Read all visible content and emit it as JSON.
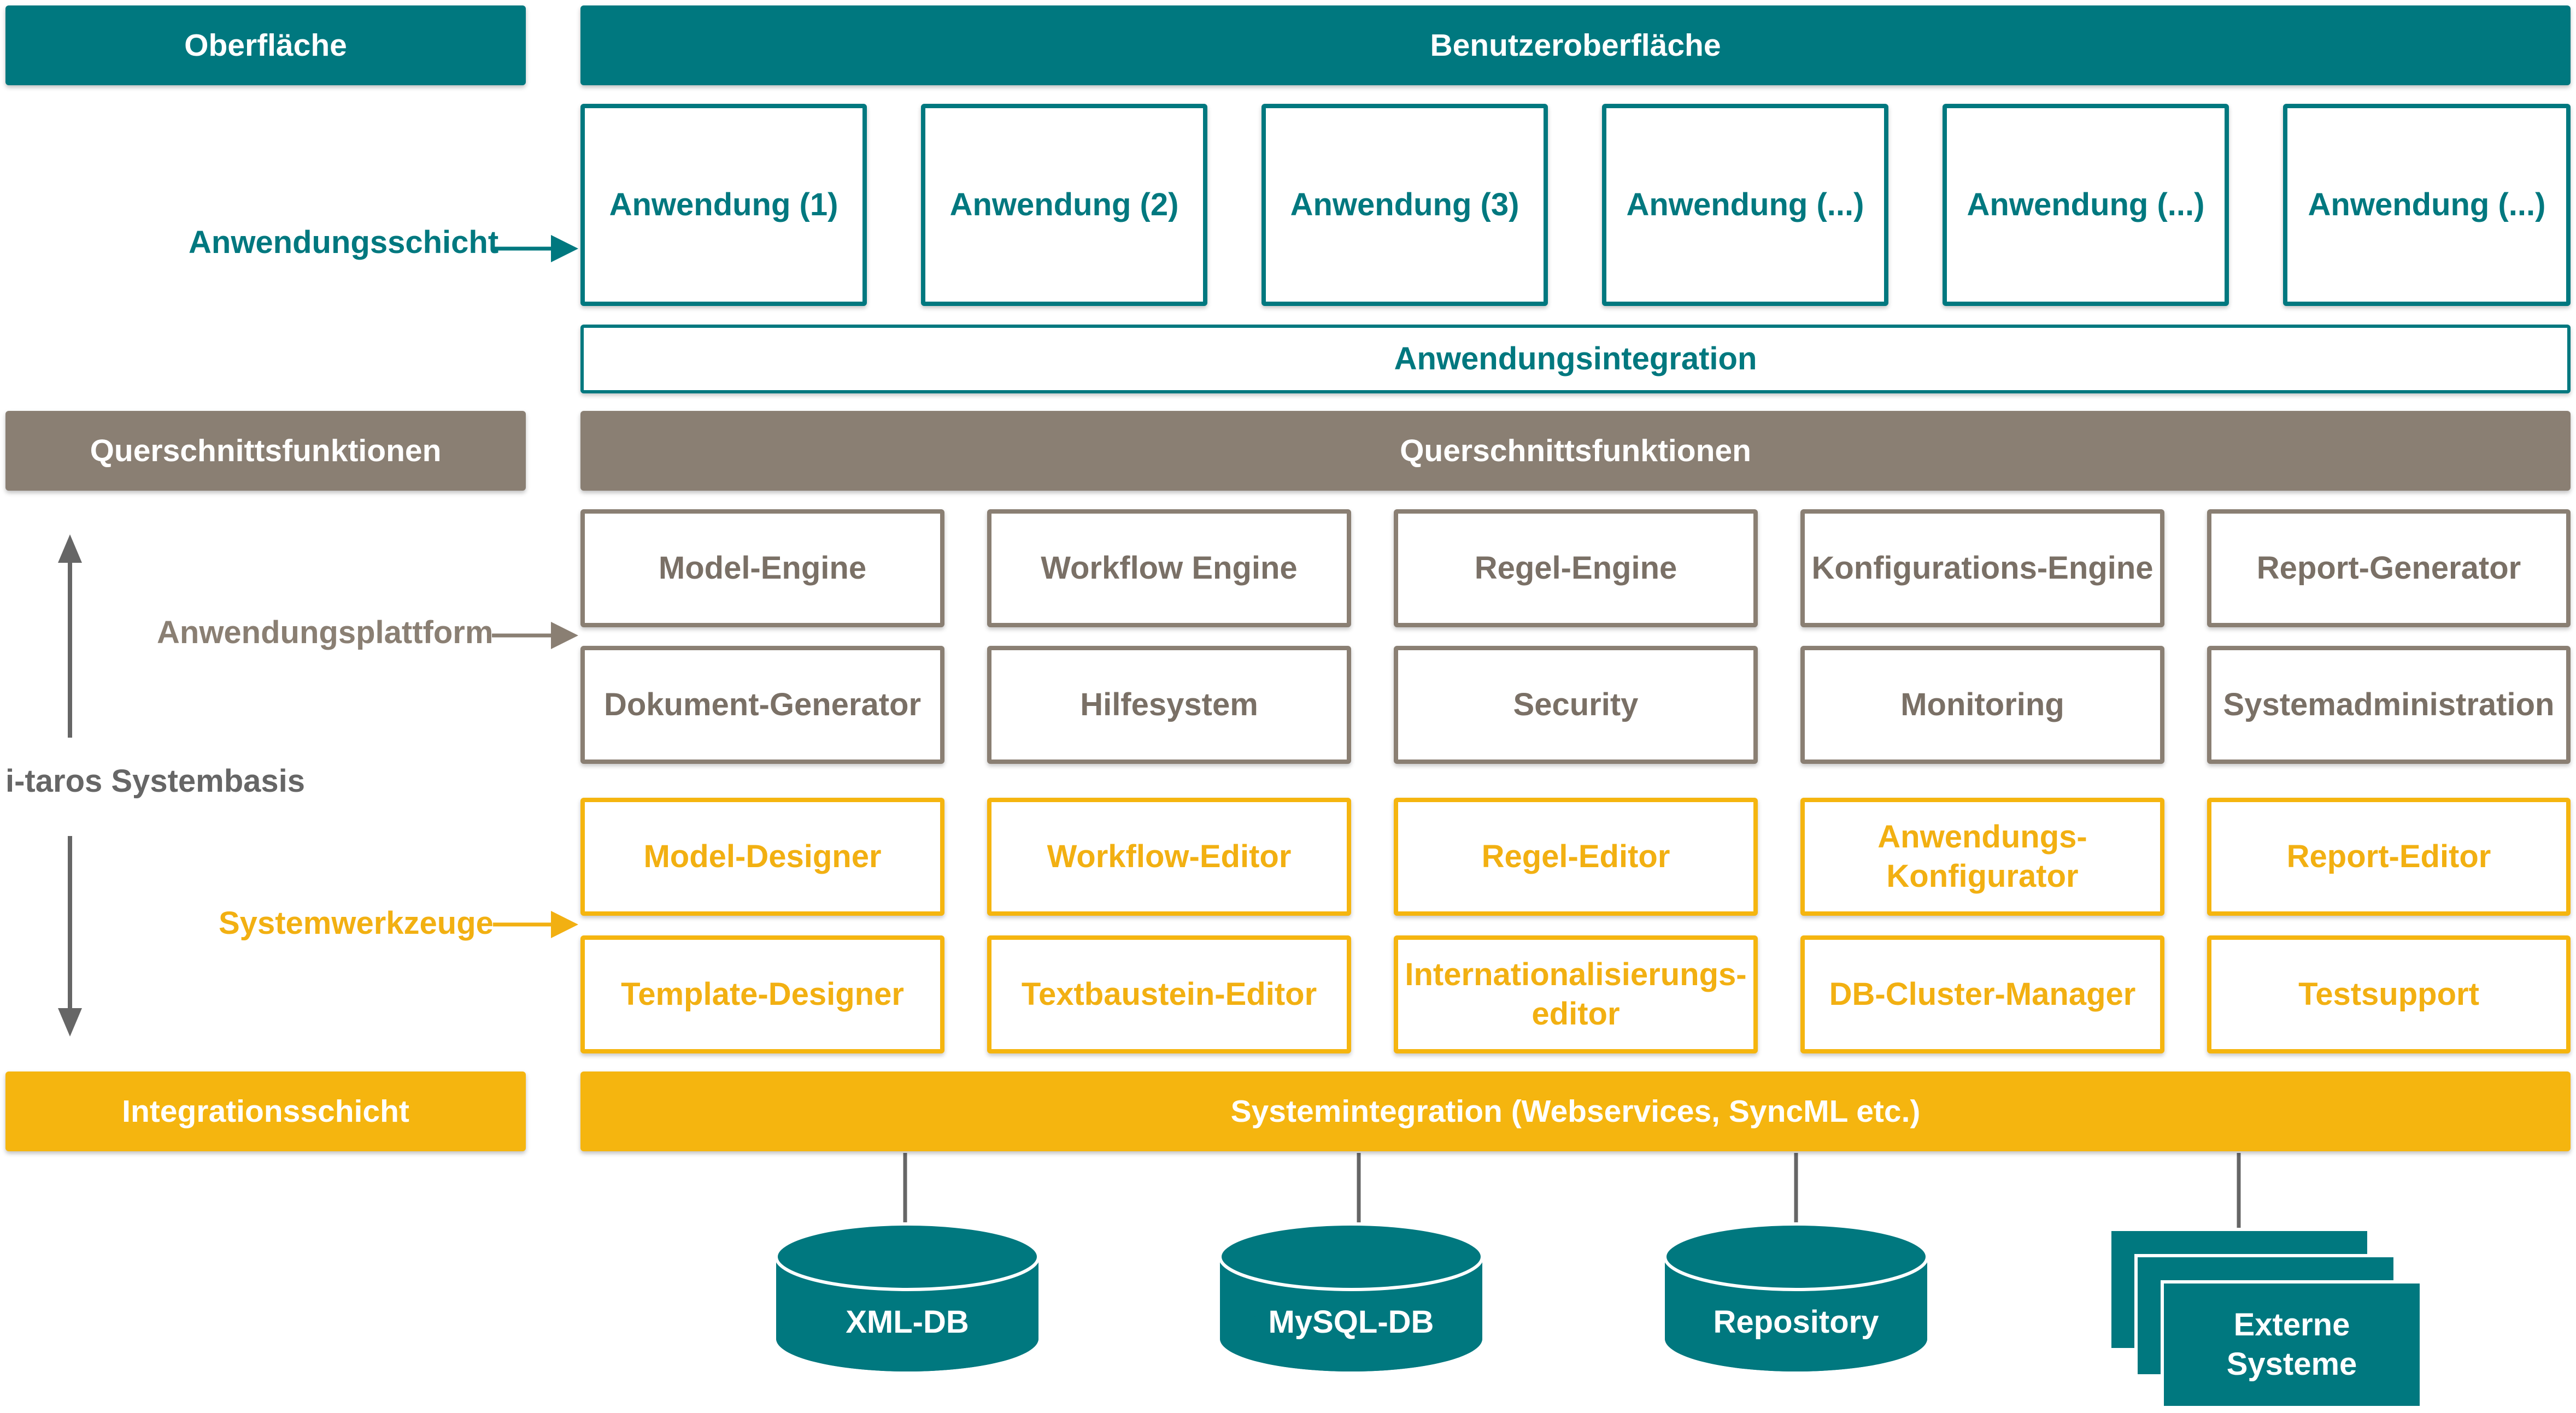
{
  "colors": {
    "teal": "#00787f",
    "taupe": "#8a7f73",
    "amber": "#f5b50f",
    "arrow_gray": "#666666"
  },
  "left_column": {
    "oberflaeche": "Oberfläche",
    "anwendungsschicht": "Anwendungsschicht",
    "querschnittsfunktionen": "Querschnittsfunktionen",
    "anwendungsplattform": "Anwendungsplattform",
    "systembasis": "i-taros Systembasis",
    "systemwerkzeuge": "Systemwerkzeuge",
    "integrationsschicht": "Integrationsschicht"
  },
  "surface_bar": "Benutzeroberfläche",
  "applications": [
    "Anwendung (1)",
    "Anwendung (2)",
    "Anwendung (3)",
    "Anwendung (...)",
    "Anwendung (...)",
    "Anwendung (...)"
  ],
  "application_integration": "Anwendungsintegration",
  "cross_cutting_bar": "Querschnittsfunktionen",
  "platform_row1": [
    "Model-Engine",
    "Workflow Engine",
    "Regel-Engine",
    "Konfigurations-Engine",
    "Report-Generator"
  ],
  "platform_row2": [
    "Dokument-Generator",
    "Hilfesystem",
    "Security",
    "Monitoring",
    "Systemadministration"
  ],
  "tools_row1": [
    "Model-Designer",
    "Workflow-Editor",
    "Regel-Editor",
    "Anwendungs-\nKonfigurator",
    "Report-Editor"
  ],
  "tools_row2": [
    "Template-Designer",
    "Textbaustein-Editor",
    "Internationalisierungs-\neditor",
    "DB-Cluster-Manager",
    "Testsupport"
  ],
  "system_integration_bar": "Systemintegration (Webservices, SyncML etc.)",
  "databases": [
    "XML-DB",
    "MySQL-DB",
    "Repository"
  ],
  "external_systems": "Externe\nSysteme",
  "icons": {
    "arrows": "arrow-right-icon",
    "vertical": "double-arrow-vertical-icon",
    "database": "database-cylinder-icon",
    "stack": "stacked-systems-icon"
  }
}
